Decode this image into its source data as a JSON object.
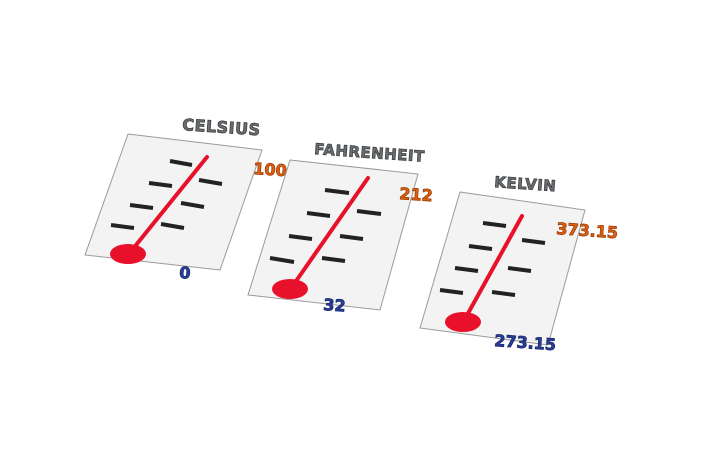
{
  "scene": {
    "background": "#ffffff",
    "plate_fill": "#f3f3f3",
    "plate_edge": "#9a9a9a",
    "tube_color": "#e8102a",
    "bulb_color": "#e8102a",
    "tick_color": "#222222",
    "title_color": "#6b6e70",
    "hot_label_color": "#e06010",
    "cold_label_color": "#2a3f9a"
  },
  "thermometers": [
    {
      "title": "CELSIUS",
      "hot_value": "100",
      "cold_value": "0"
    },
    {
      "title": "FAHRENHEIT",
      "hot_value": "212",
      "cold_value": "32"
    },
    {
      "title": "KELVIN",
      "hot_value": "373.15",
      "cold_value": "273.15"
    }
  ]
}
